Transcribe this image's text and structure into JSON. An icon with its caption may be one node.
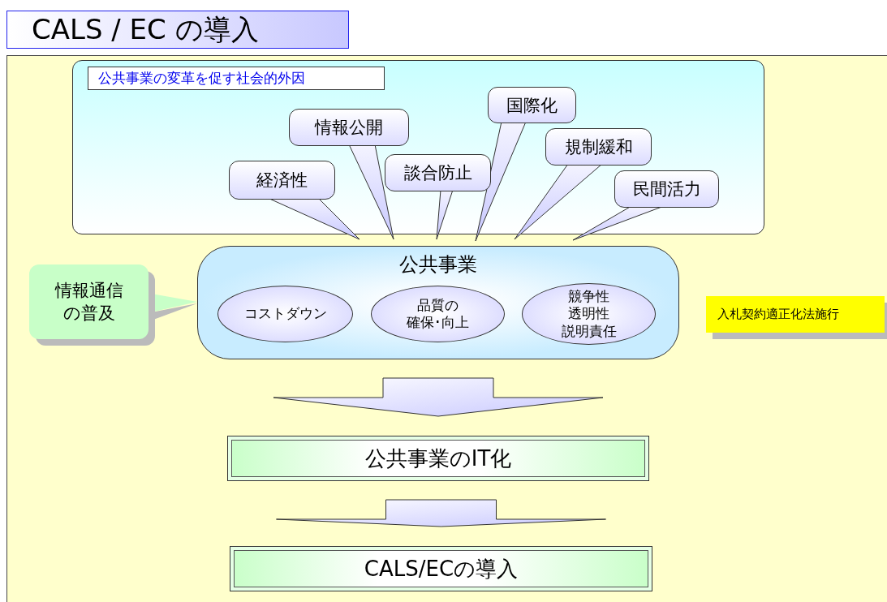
{
  "diagram": {
    "title": "CALS / EC の導入",
    "nodes": [
      {
        "text": [
          "公共事業の変革を促す社会的外因"
        ]
      },
      {
        "text": [
          "経済性"
        ],
        "in": 0
      },
      {
        "text": [
          "情報公開"
        ],
        "in": 0
      },
      {
        "text": [
          "談合防止"
        ],
        "in": 0
      },
      {
        "text": [
          "国際化"
        ],
        "in": 0
      },
      {
        "text": [
          "規制緩和"
        ],
        "in": 0
      },
      {
        "text": [
          "民間活力"
        ],
        "in": 0
      },
      {
        "text": [
          "公共事業"
        ]
      },
      {
        "text": [
          "コストダウン"
        ],
        "in": 7
      },
      {
        "text": [
          "品質の確保･向上"
        ],
        "in": 7
      },
      {
        "text": [
          "競争性透明性説明責任"
        ],
        "in": 7
      },
      {
        "text": [
          "情報通信の普及"
        ]
      },
      {
        "text": [
          "入札契約適正化法施行"
        ]
      },
      {
        "text": [
          "公共事業のIT化"
        ]
      },
      {
        "text": [
          "CALS/ECの導入"
        ]
      }
    ],
    "edges": [
      {
        "from": 1,
        "to": 7,
        "arrow": "none"
      },
      {
        "from": 2,
        "to": 7,
        "arrow": "none"
      },
      {
        "from": 3,
        "to": 7,
        "arrow": "none"
      },
      {
        "from": 4,
        "to": 7,
        "arrow": "none"
      },
      {
        "from": 5,
        "to": 7,
        "arrow": "none"
      },
      {
        "from": 6,
        "to": 7,
        "arrow": "none"
      },
      {
        "from": 11,
        "to": 7,
        "arrow": "none"
      },
      {
        "from": 7,
        "to": 13,
        "arrow": "to"
      },
      {
        "from": 13,
        "to": 14,
        "arrow": "to"
      }
    ]
  }
}
